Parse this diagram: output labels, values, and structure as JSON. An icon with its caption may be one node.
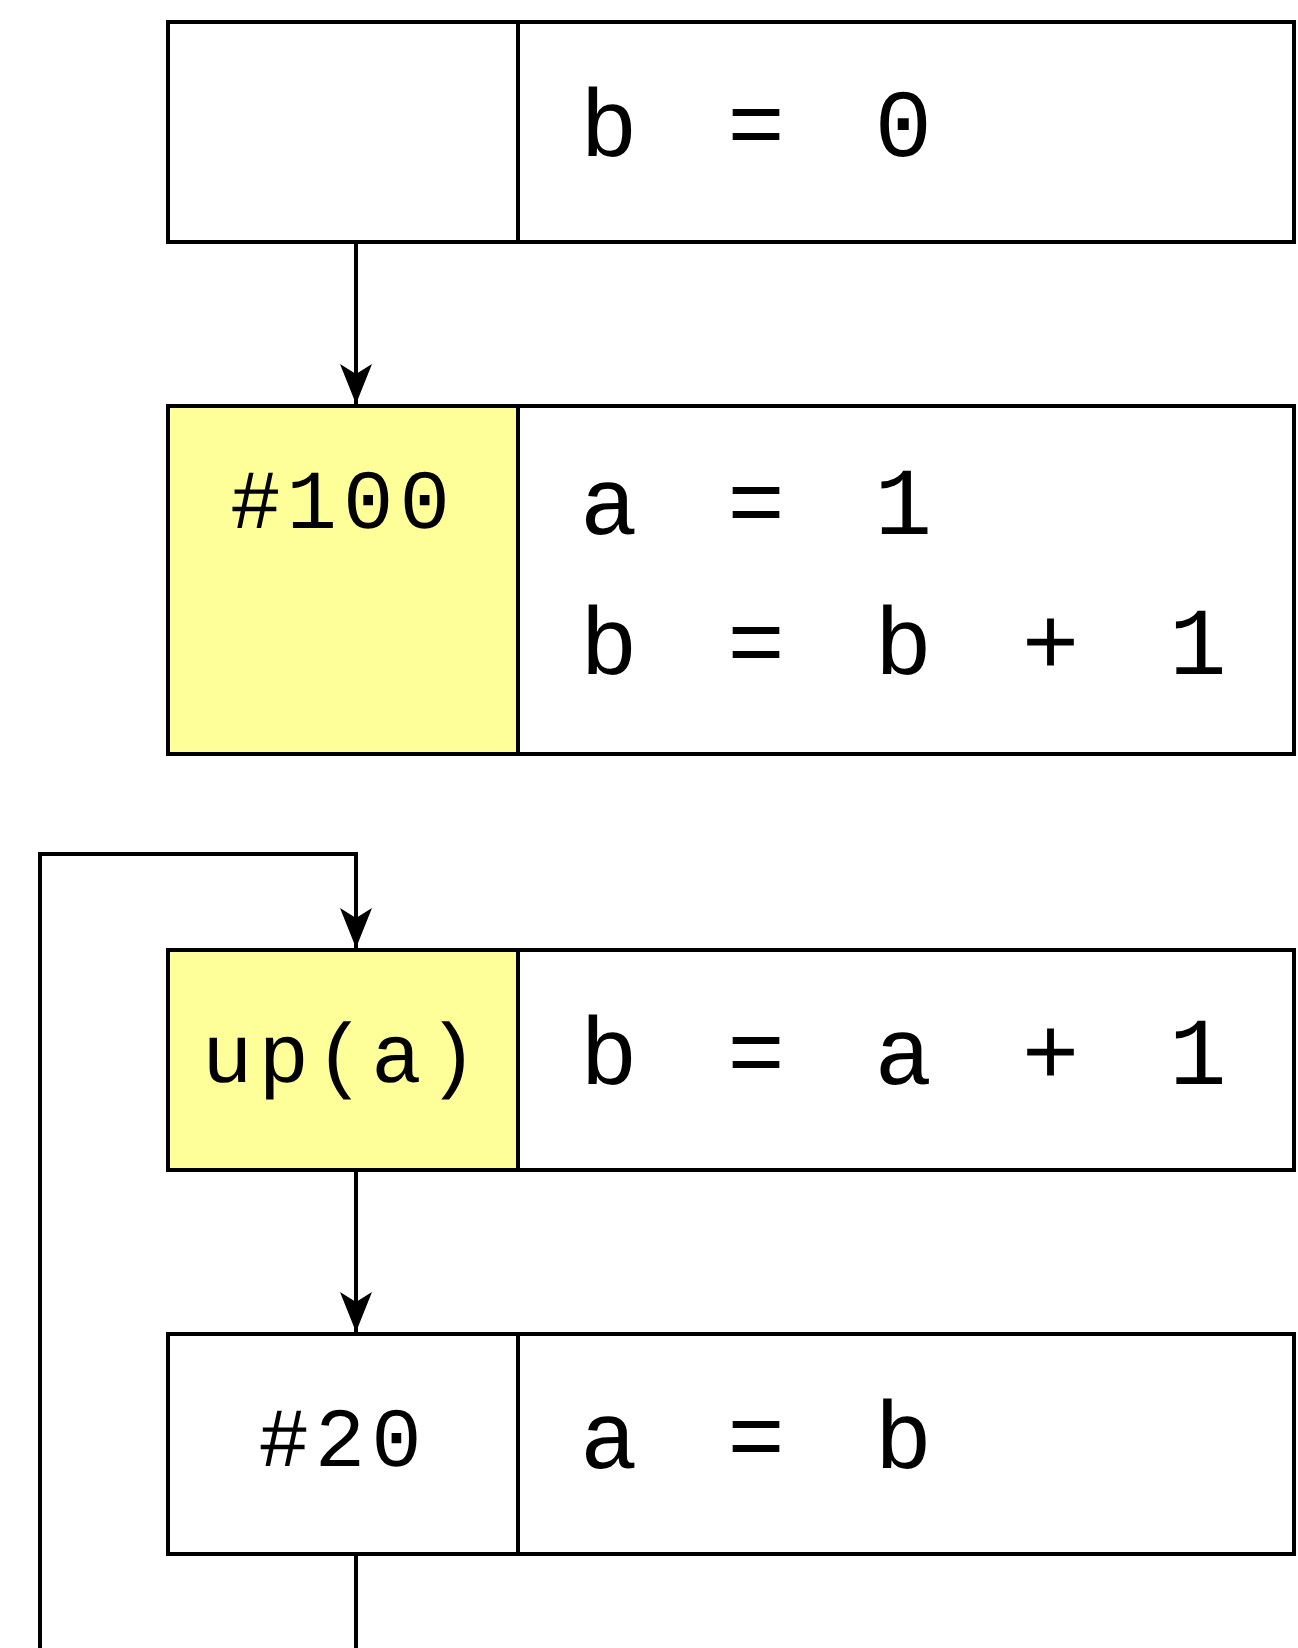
{
  "diagram": {
    "nodes": [
      {
        "text": [],
        "shape": "box"
      },
      {
        "text": [
          "b = 0"
        ]
      },
      {
        "text": [
          "#100"
        ]
      },
      {
        "text": [
          "a = 1",
          "b = b + 1"
        ]
      },
      {
        "text": [
          "up(a)"
        ]
      },
      {
        "text": [
          "b = a + 1"
        ]
      },
      {
        "text": [
          "#20"
        ]
      },
      {
        "text": [
          "a = b"
        ]
      }
    ],
    "edges": [
      {
        "from": 0,
        "to": 2,
        "arrow": "to"
      },
      {
        "from": 4,
        "to": 6,
        "arrow": "to"
      },
      {
        "from": null,
        "to": 4,
        "arrow": "to"
      },
      {
        "from": 6,
        "to": null,
        "arrow": "none"
      }
    ]
  }
}
